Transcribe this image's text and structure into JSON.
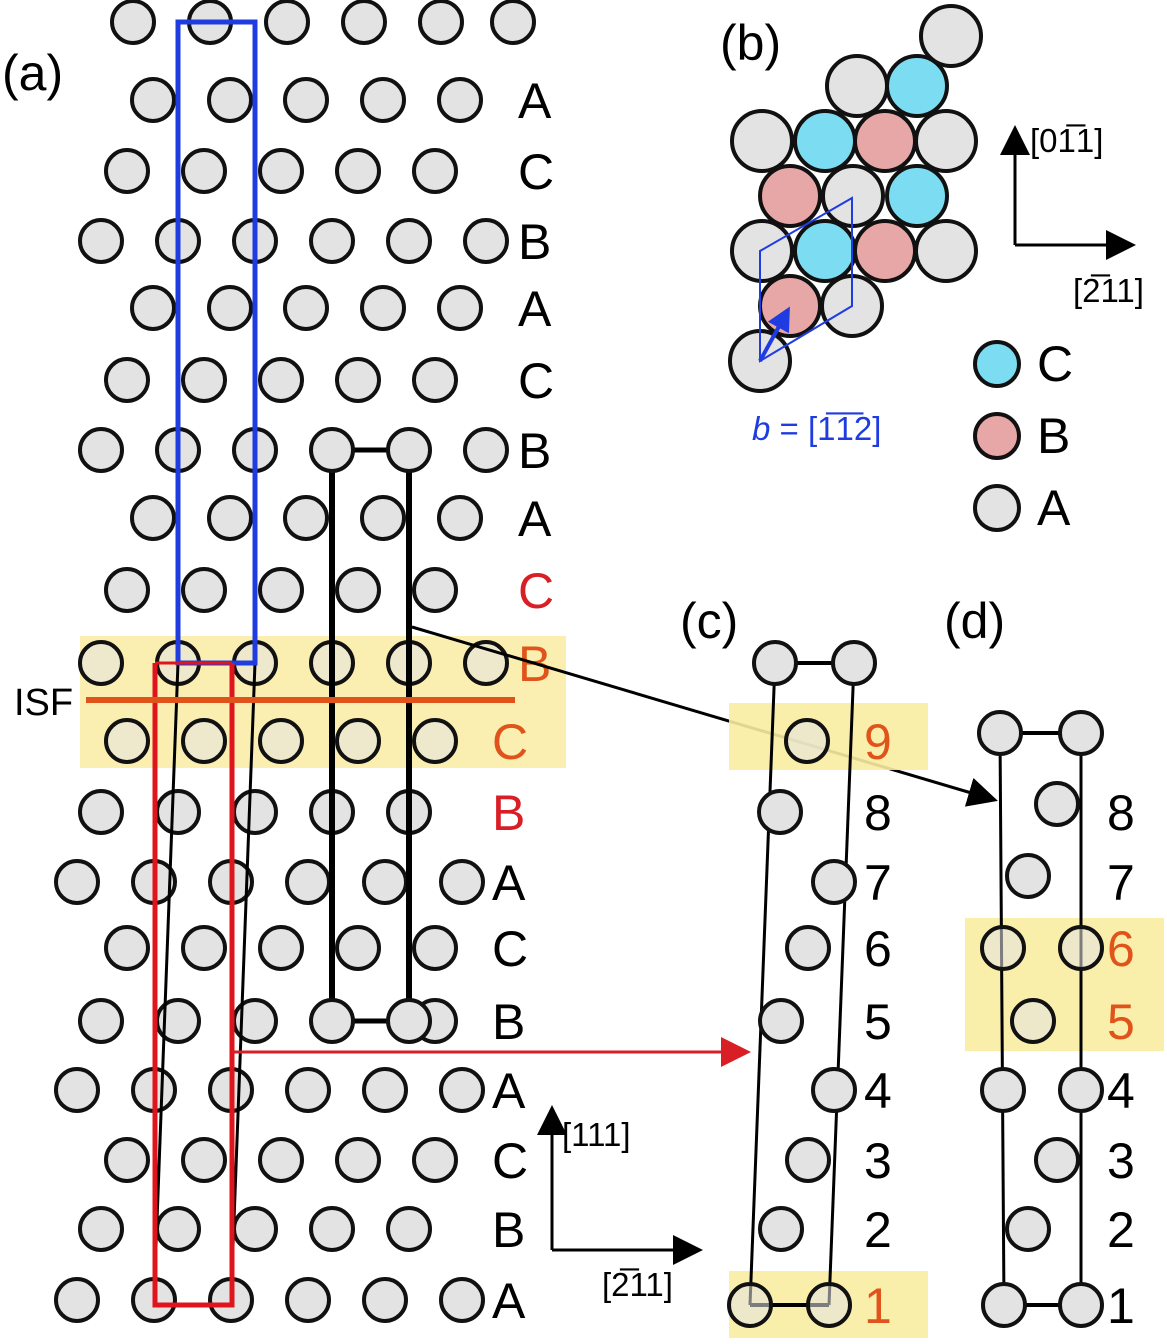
{
  "panels": {
    "a": "(a)",
    "b": "(b)",
    "c": "(c)",
    "d": "(d)"
  },
  "colors": {
    "atom_A": "#e3e3e3",
    "atom_B": "#e8a7a7",
    "atom_C": "#7bdcf2",
    "stacking_fault_band": "#f9eca2",
    "fault_label": "#e0531a",
    "red_label": "#d81f26",
    "blue_cell": "#1f3ce0",
    "red_cell": "#e0141c"
  },
  "panel_a": {
    "stack_labels": [
      "A",
      "C",
      "B",
      "A",
      "C",
      "B",
      "A",
      "C",
      "B",
      "C",
      "B",
      "A",
      "C",
      "B",
      "A",
      "C",
      "B",
      "A"
    ],
    "fault_label": "ISF",
    "axis_up": "[111]",
    "axis_right": "[2̅11]"
  },
  "panel_b": {
    "axis_up": "[01̅1]",
    "axis_right": "[2̅11]",
    "burgers_var": "b",
    "burgers_val": " = [1̅1̅2]",
    "legend": [
      {
        "color": "#7bdcf2",
        "label": "C"
      },
      {
        "color": "#e8a7a7",
        "label": "B"
      },
      {
        "color": "#e3e3e3",
        "label": "A"
      }
    ]
  },
  "panel_c": {
    "layers": [
      "9",
      "8",
      "7",
      "6",
      "5",
      "4",
      "3",
      "2",
      "1"
    ]
  },
  "panel_d": {
    "layers": [
      "8",
      "7",
      "6",
      "5",
      "4",
      "3",
      "2",
      "1"
    ]
  }
}
